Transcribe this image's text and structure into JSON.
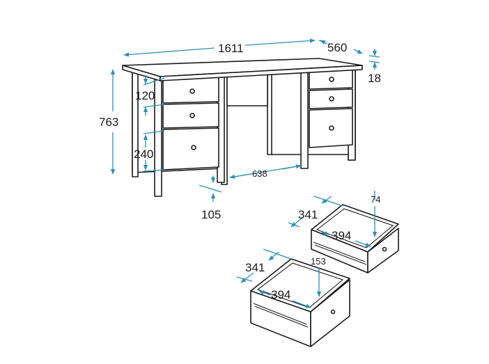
{
  "colors": {
    "dimension": "#2b8fb5",
    "outline": "#1a1a1a",
    "background": "#ffffff"
  },
  "desk": {
    "width": "1611",
    "depth": "560",
    "top_thickness": "18",
    "height": "763",
    "small_drawer_height": "120",
    "large_drawer_height": "240",
    "knee_space": "638",
    "leg_offset": "105"
  },
  "small_drawer": {
    "depth": "341",
    "width": "394",
    "height": "74"
  },
  "large_drawer": {
    "depth": "341",
    "width": "394",
    "height": "153"
  }
}
